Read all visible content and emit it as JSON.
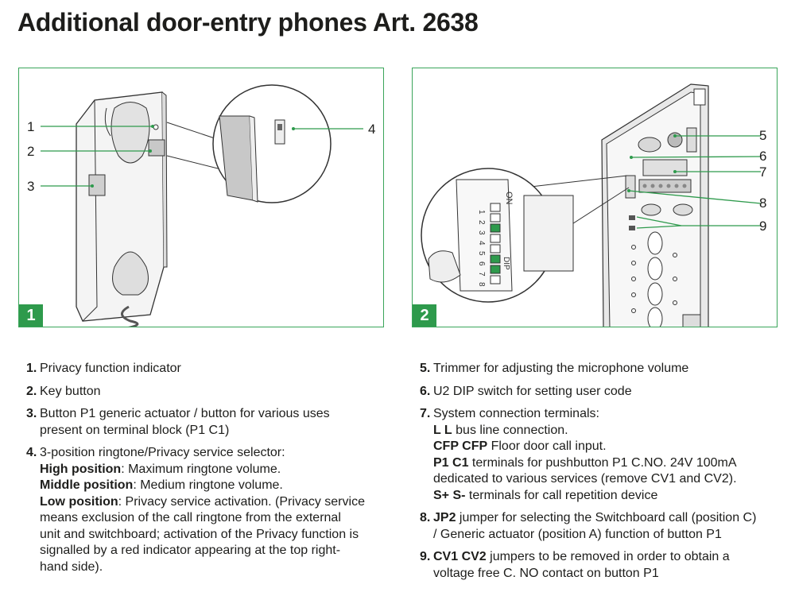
{
  "title": "Additional door-entry phones Art. 2638",
  "figure1": {
    "number": "1",
    "callouts": [
      "1",
      "2",
      "3",
      "4"
    ]
  },
  "figure2": {
    "number": "2",
    "callouts": [
      "5",
      "6",
      "7",
      "8",
      "9"
    ],
    "dip_header": "ON",
    "dip_label": "DIP",
    "dip_numbers": [
      "1",
      "2",
      "3",
      "4",
      "5",
      "6",
      "7",
      "8"
    ]
  },
  "legend_left": [
    {
      "num": "1.",
      "lines": [
        "Privacy function indicator"
      ]
    },
    {
      "num": "2.",
      "lines": [
        "Key button"
      ]
    },
    {
      "num": "3.",
      "lines": [
        "Button P1 generic actuator / button for various uses",
        "present on terminal block (P1 C1)"
      ]
    },
    {
      "num": "4.",
      "intro": "3-position ringtone/Privacy service selector:",
      "rows": [
        {
          "bold": "High position",
          "text": ": Maximum ringtone volume."
        },
        {
          "bold": "Middle position",
          "text": ": Medium ringtone volume."
        },
        {
          "bold": "Low position",
          "text": ": Privacy service activation. (Privacy service"
        }
      ],
      "tail": [
        "means exclusion of the call ringtone from the external",
        "unit and switchboard; activation of the Privacy function is",
        "signalled by a red indicator appearing at the top right-",
        "hand side)."
      ]
    }
  ],
  "legend_right": [
    {
      "num": "5.",
      "lines": [
        "Trimmer for adjusting the microphone volume"
      ]
    },
    {
      "num": "6.",
      "lines": [
        "U2 DIP switch for setting user code"
      ]
    },
    {
      "num": "7.",
      "intro": "System connection terminals:",
      "rows": [
        {
          "bold": "L L",
          "text": " bus line connection."
        },
        {
          "bold": "CFP CFP",
          "text": " Floor door call input."
        },
        {
          "bold": "P1 C1",
          "text": " terminals for pushbutton P1 C.NO. 24V 100mA"
        }
      ],
      "tail": [
        "dedicated to various services (remove CV1 and CV2)."
      ],
      "rows2": [
        {
          "bold": "S+ S-",
          "text": " terminals for call repetition device"
        }
      ]
    },
    {
      "num": "8.",
      "bold_lead": "JP2",
      "lead_text": " jumper for selecting the Switchboard call (position C)",
      "lines_after": [
        "/ Generic actuator (position A) function of button P1"
      ]
    },
    {
      "num": "9.",
      "bold_lead": "CV1 CV2",
      "lead_text": " jumpers to be removed in order to obtain a",
      "lines_after": [
        "voltage free C. NO contact on button P1"
      ]
    }
  ]
}
